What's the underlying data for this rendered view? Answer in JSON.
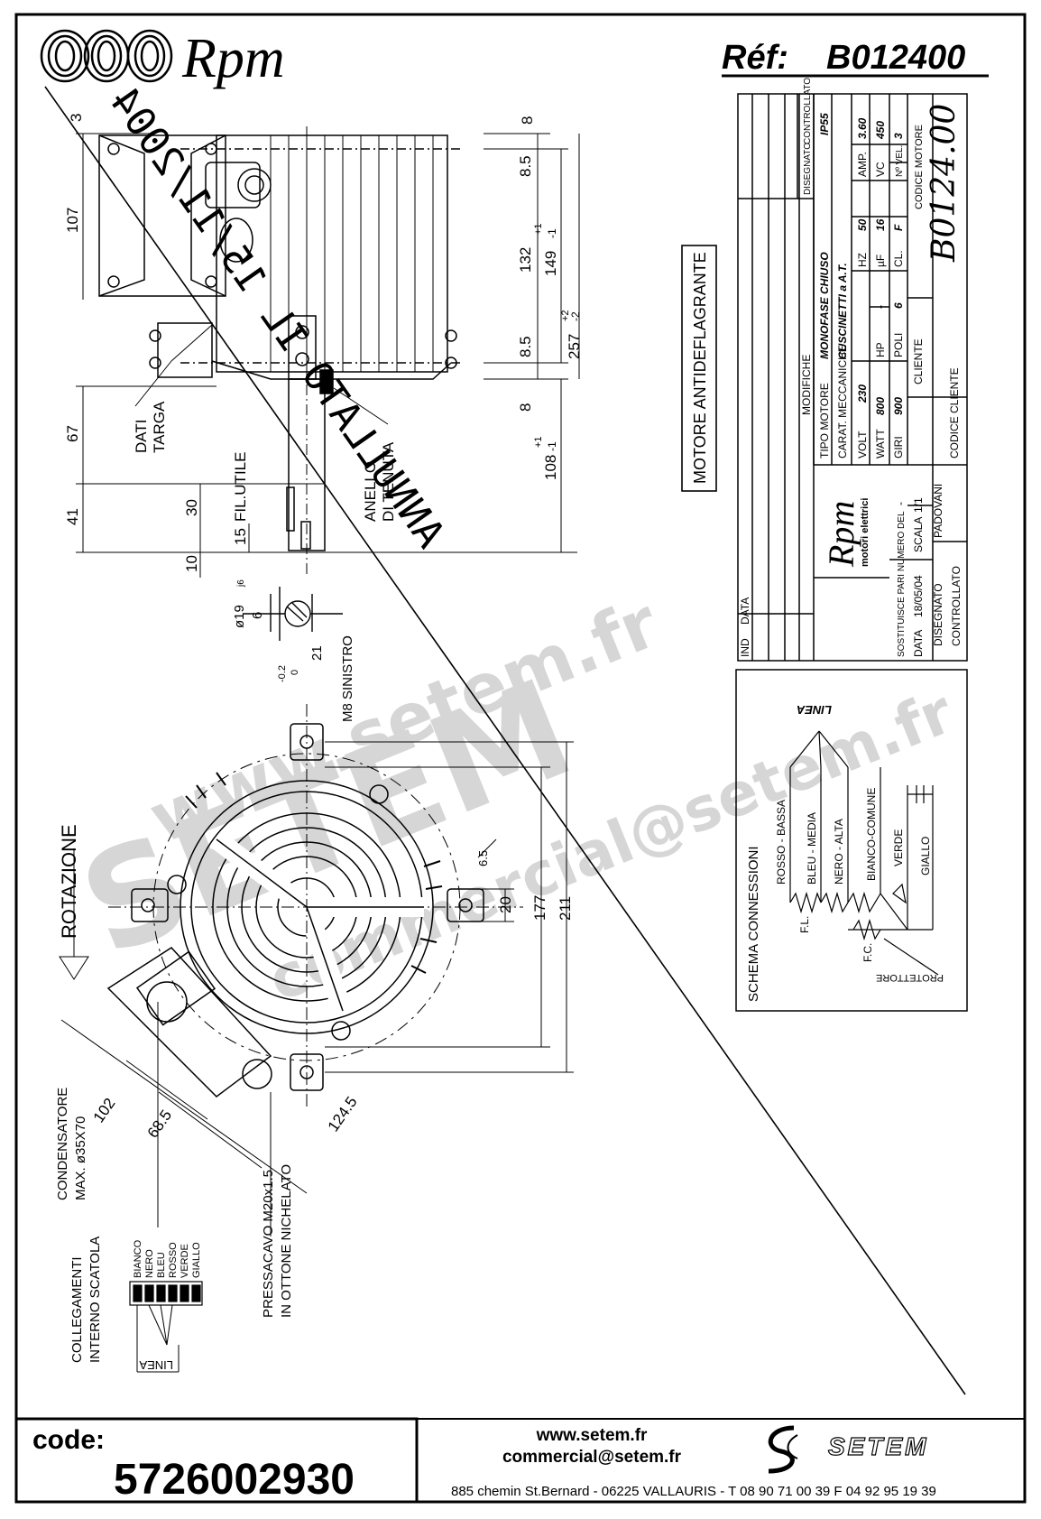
{
  "header": {
    "brand": "Rpm",
    "ref_label": "Réf:",
    "ref_code": "B012400"
  },
  "title_block": {
    "heading": "MOTORE ANTIDEFLAGRANTE",
    "rev_labels": [
      "IND",
      "DATA",
      "MODIFICHE",
      "DISEGNATO",
      "CONTROLLATO"
    ],
    "tipo_motore_label": "TIPO MOTORE",
    "tipo_motore": "MONOFASE CHIUSO",
    "protection": "IP55",
    "carat_label": "CARAT. MECCANICHE",
    "carat": "CUSCINETTI a A.T.",
    "codice_motore_label": "CODICE MOTORE",
    "codice_motore": "B0124.00",
    "cliente_label": "CLIENTE",
    "codice_cliente_label": "CODICE CLIENTE",
    "sostituisce": "SOSTITUISCE PARI NUMERO DEL",
    "sostituisce_val": "-",
    "data_label": "DATA",
    "data_val": "18/05/04",
    "scala_label": "SCALA",
    "scala_val": "1/1",
    "disegnato_label": "DISEGNATO",
    "disegnato_val": "PADOVANI",
    "controllato_label": "CONTROLLATO",
    "logo_text": "Rpm",
    "logo_sub": "motori elettrici",
    "specs": [
      {
        "label": "VOLT",
        "value": "230"
      },
      {
        "label": "HZ",
        "value": "50"
      },
      {
        "label": "AMP.",
        "value": "3.60"
      },
      {
        "label": "WATT",
        "value": "800"
      },
      {
        "label": "HP",
        "value": "-"
      },
      {
        "label": "µF",
        "value": "16"
      },
      {
        "label": "VC",
        "value": "450"
      },
      {
        "label": "GIRI",
        "value": "900"
      },
      {
        "label": "POLI",
        "value": "6"
      },
      {
        "label": "CL.",
        "value": "F"
      },
      {
        "label": "Nº VEL.",
        "value": "3"
      }
    ]
  },
  "side_view": {
    "dims_left": [
      "3",
      "107",
      "67",
      "41",
      "30",
      "15",
      "10"
    ],
    "dims_right": [
      "8",
      "8.5",
      "132",
      "149",
      "+1",
      "-1",
      "8.5",
      "8",
      "257",
      "+2",
      "-2",
      "108",
      "+1",
      "-1"
    ],
    "labels": {
      "dati_targa_1": "DATI",
      "dati_targa_2": "TARGA",
      "fil_utile": "FIL.UTILE",
      "anello_1": "ANELLO",
      "anello_2": "DI TENUTA"
    },
    "shaft": {
      "diam": "ø19",
      "tol": "j6",
      "key": "6",
      "d21": "21",
      "tol2": "0",
      "tol3": "-0.2",
      "thread": "M8 SINISTRO"
    }
  },
  "front_view": {
    "rotation": "ROTAZIONE",
    "dims": [
      "177",
      "211",
      "20",
      "6.5",
      "102",
      "68.5",
      "124.5"
    ],
    "condensatore_1": "CONDENSATORE",
    "condensatore_2": "MAX. ø35X70",
    "pressacavo_1": "PRESSACAVO M20x1.5",
    "pressacavo_2": "IN OTTONE NICHELATO",
    "collegamenti_1": "COLLEGAMENTI",
    "collegamenti_2": "INTERNO SCATOLA",
    "wires": [
      "BIANCO",
      "NERO",
      "BLEU",
      "ROSSO",
      "VERDE",
      "GIALLO"
    ],
    "linea": "LINEA"
  },
  "schema": {
    "title": "SCHEMA CONNESSIONI",
    "linea": "LINEA",
    "wires": [
      "ROSSO - BASSA",
      "BLEU - MEDIA",
      "NERO - ALTA",
      "BIANCO-COMUNE",
      "VERDE",
      "GIALLO"
    ],
    "fl": "F.L.",
    "fc": "F.C.",
    "protettore": "PROTETTORE"
  },
  "stamp": "ANNULLATO IL 15/11/2004",
  "watermark": {
    "line1": "www.setem.fr",
    "line2": "SETEM",
    "line3": "commercial@setem.fr"
  },
  "footer": {
    "code_label": "code:",
    "code": "5726002930",
    "web": "www.setem.fr",
    "email": "commercial@setem.fr",
    "address": "885 chemin St.Bernard  -  06225 VALLAURIS  -  T 08 90 71 00 39   F 04 92 95 19 39",
    "setem_logo": "SETEM"
  }
}
